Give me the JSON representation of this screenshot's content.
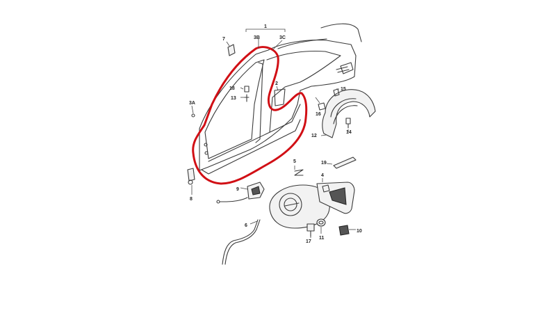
{
  "diagram": {
    "highlight_color": "#d10f15",
    "callouts": {
      "c1": "1",
      "c2": "2",
      "c3A": "3A",
      "c3B": "3B",
      "c3C": "3C",
      "c4": "4",
      "c5": "5",
      "c6": "6",
      "c7": "7",
      "c8": "8",
      "c9": "9",
      "c10": "10",
      "c11": "11",
      "c12": "12",
      "c13": "13",
      "c14": "14",
      "c15": "15",
      "c16": "16",
      "c17": "17",
      "c18": "18",
      "c19": "19"
    }
  }
}
